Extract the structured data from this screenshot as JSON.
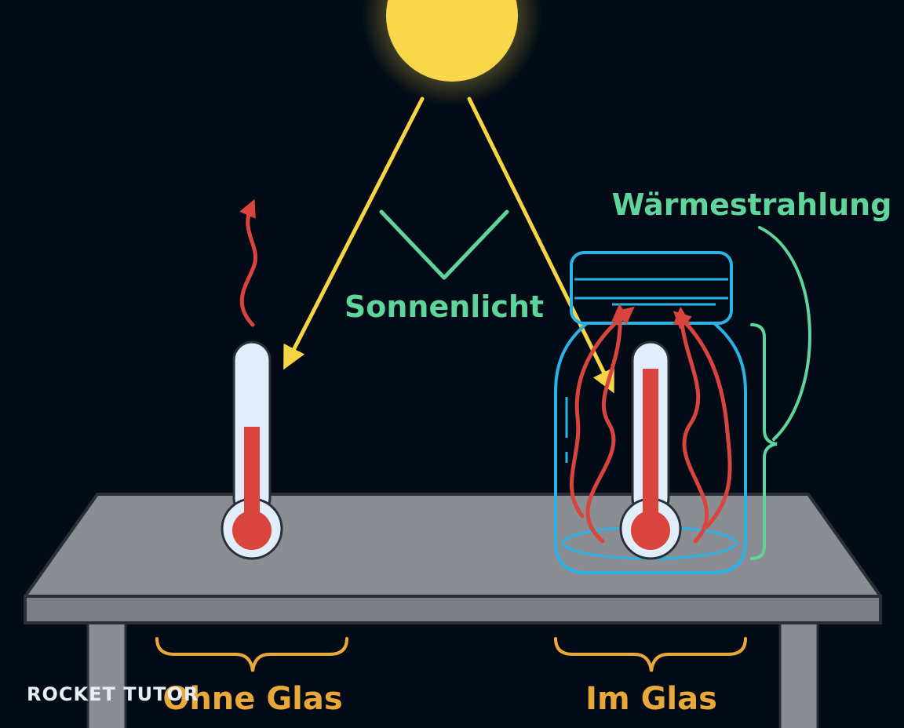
{
  "labels": {
    "sunlight": "Sonnenlicht",
    "heat_radiation": "Wärmestrahlung",
    "without_glass": "Ohne Glas",
    "in_glass": "Im Glas"
  },
  "watermark": "ROCKET TUTOR",
  "colors": {
    "background": "#020b16",
    "sun": "#f9d64a",
    "sun_ray": "#f6d443",
    "label_green": "#5fd49c",
    "heat_arrow": "#d9443c",
    "glass": "#2bb3e6",
    "brace_orange": "#e9a93a",
    "table_top": "#8a8d92",
    "table_edge": "#2a2e35"
  },
  "icons": {
    "sun": "sun-icon",
    "thermometer": "thermometer-icon",
    "jar": "glass-jar-icon"
  }
}
